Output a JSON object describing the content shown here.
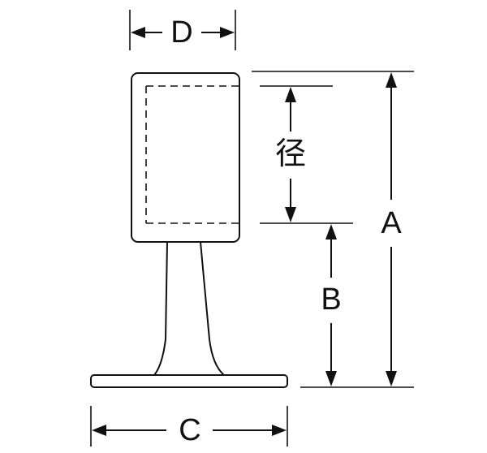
{
  "dimensions": {
    "d_label": "D",
    "diameter_label": "径",
    "a_label": "A",
    "b_label": "B",
    "c_label": "C"
  }
}
